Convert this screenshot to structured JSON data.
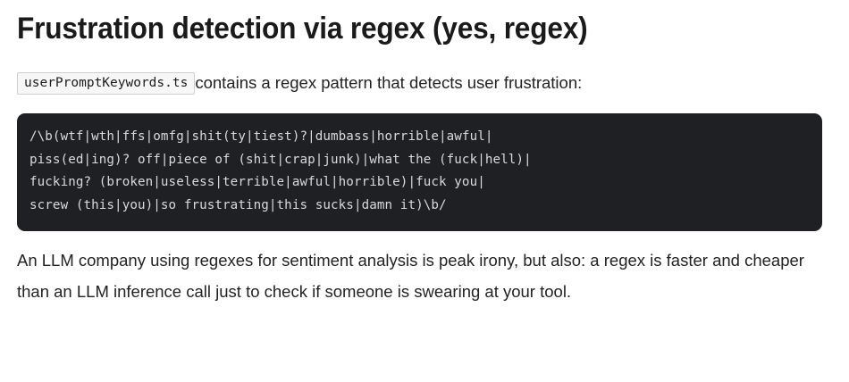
{
  "article": {
    "title": "Frustration detection via regex (yes, regex)",
    "intro": {
      "filename_code": "userPromptKeywords.ts",
      "text_after": "contains a regex pattern that detects user frustration:"
    },
    "code_block": {
      "language": "regex",
      "lines": [
        "/\\b(wtf|wth|ffs|omfg|shit(ty|tiest)?|dumbass|horrible|awful|",
        "piss(ed|ing)? off|piece of (shit|crap|junk)|what the (fuck|hell)|",
        "fucking? (broken|useless|terrible|awful|horrible)|fuck you|",
        "screw (this|you)|so frustrating|this sucks|damn it)\\b/"
      ]
    },
    "body_paragraph": "An LLM company using regexes for sentiment analysis is peak irony, but also: a regex is faster and cheaper than an LLM inference call just to check if someone is swearing at your tool."
  },
  "colors": {
    "page_background": "#ffffff",
    "text": "#232323",
    "heading": "#1a1a1a",
    "code_block_background": "#1e2024",
    "code_block_text": "#d9dadd",
    "inline_code_background": "#f7f7f7",
    "inline_code_border": "#cfcfcf"
  }
}
